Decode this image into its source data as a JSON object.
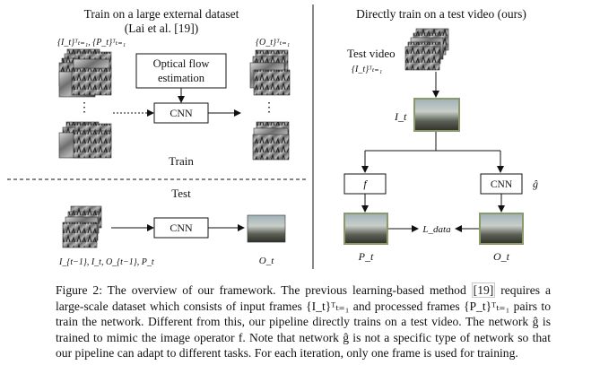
{
  "left_panel": {
    "title_line1": "Train on a large external dataset",
    "title_line2": "(Lai et al. [19])",
    "input_label": "{I_t}ᵀₜ₌₁, {P_t}ᵀₜ₌₁",
    "output_label": "{O_t}ᵀₜ₌₁",
    "flow_box_line1": "Optical flow",
    "flow_box_line2": "estimation",
    "cnn_train": "CNN",
    "dots": "⋮",
    "train_label": "Train",
    "test_label": "Test",
    "cnn_test": "CNN",
    "test_input_label": "I_{t−1}, I_t, O_{t−1}, P_t",
    "test_output_label": "O_t"
  },
  "right_panel": {
    "title": "Directly train on a test video (ours)",
    "test_video_line1": "Test video",
    "test_video_line2": "{I_t}ᵀₜ₌₁",
    "frame_label": "I_t",
    "f_box": "f",
    "cnn_box": "CNN",
    "g_hat": "ĝ",
    "loss_label": "L_data",
    "p_label": "P_t",
    "o_label": "O_t"
  },
  "caption": {
    "part1": "Figure 2: The overview of our framework. The previous learning-based method ",
    "cite": "[19]",
    "part2": " requires a large-scale dataset which consists of input frames {I_t}ᵀₜ₌₁ and processed frames {P_t}ᵀₜ₌₁ pairs to train the network. Different from this, our pipeline directly trains on a test video. The network ĝ is trained to mimic the image operator f. Note that network ĝ is not a specific type of network so that our pipeline can adapt to different tasks. For each iteration, only one frame is used for training."
  }
}
